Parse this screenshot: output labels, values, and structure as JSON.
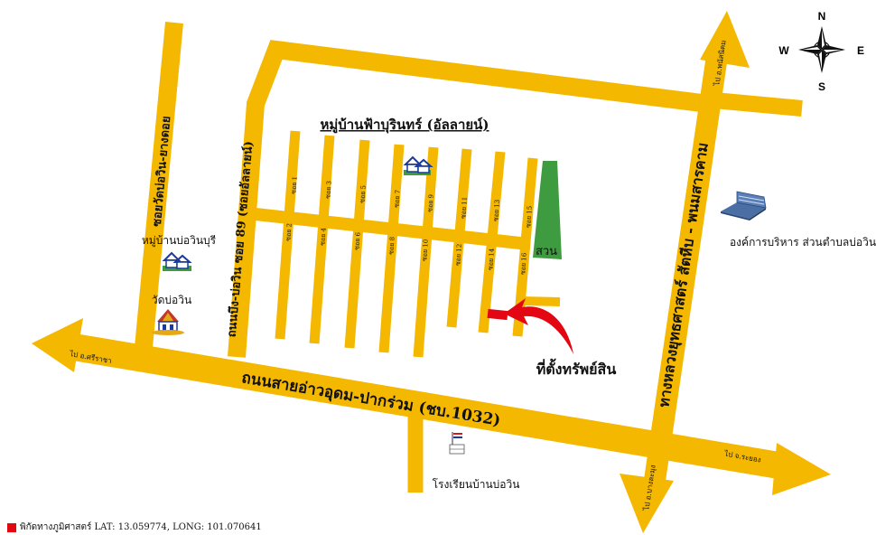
{
  "title": "หมู่บ้านฟ้าบุรินทร์ (อัลลายน์)",
  "compass": {
    "n": "N",
    "s": "S",
    "e": "E",
    "w": "W"
  },
  "roads": {
    "main": "ถนนสายอ่าวอุดม-ปากร่วม (ชบ.1032)",
    "main_left": "ไป อ.ศรีราชา",
    "main_right": "ไป จ.ระยอง",
    "highway": "ทางหลวงยุทธศาสตร์ สัตหีบ - พนมสารคาม",
    "highway_top": "ไป อ.พนัสนิคม",
    "highway_bottom": "ไป อ.บางละมุง",
    "soi89": "ถนนบึง-บ่อวิน ซอย 89 (ซอยอัลลายน์)",
    "soi_wat": "ซอยวัดบ่อวิน-ยางดอย"
  },
  "sois": [
    "ซอย 1",
    "ซอย 2",
    "ซอย 3",
    "ซอย 4",
    "ซอย 5",
    "ซอย 6",
    "ซอย 7",
    "ซอย 8",
    "ซอย 9",
    "ซอย 10",
    "ซอย 11",
    "ซอย 12",
    "ซอย 13",
    "ซอย 14",
    "ซอย 15",
    "ซอย 16"
  ],
  "places": {
    "park": "สวน",
    "village_left": "หมู่บ้านบ่อวินบุรี",
    "temple": "วัดบ่อวิน",
    "obt": "องค์การบริหาร ส่วนตำบลบ่อวิน",
    "school": "โรงเรียนบ้านบ่อวิน",
    "property": "ที่ตั้งทรัพย์สิน"
  },
  "footer": "พิกัดทางภูมิศาสตร์ LAT: 13.059774, LONG: 101.070641",
  "colors": {
    "road": "#f5b800",
    "marker": "#e30613",
    "park": "#3f9b3f",
    "title": "#e30613"
  }
}
